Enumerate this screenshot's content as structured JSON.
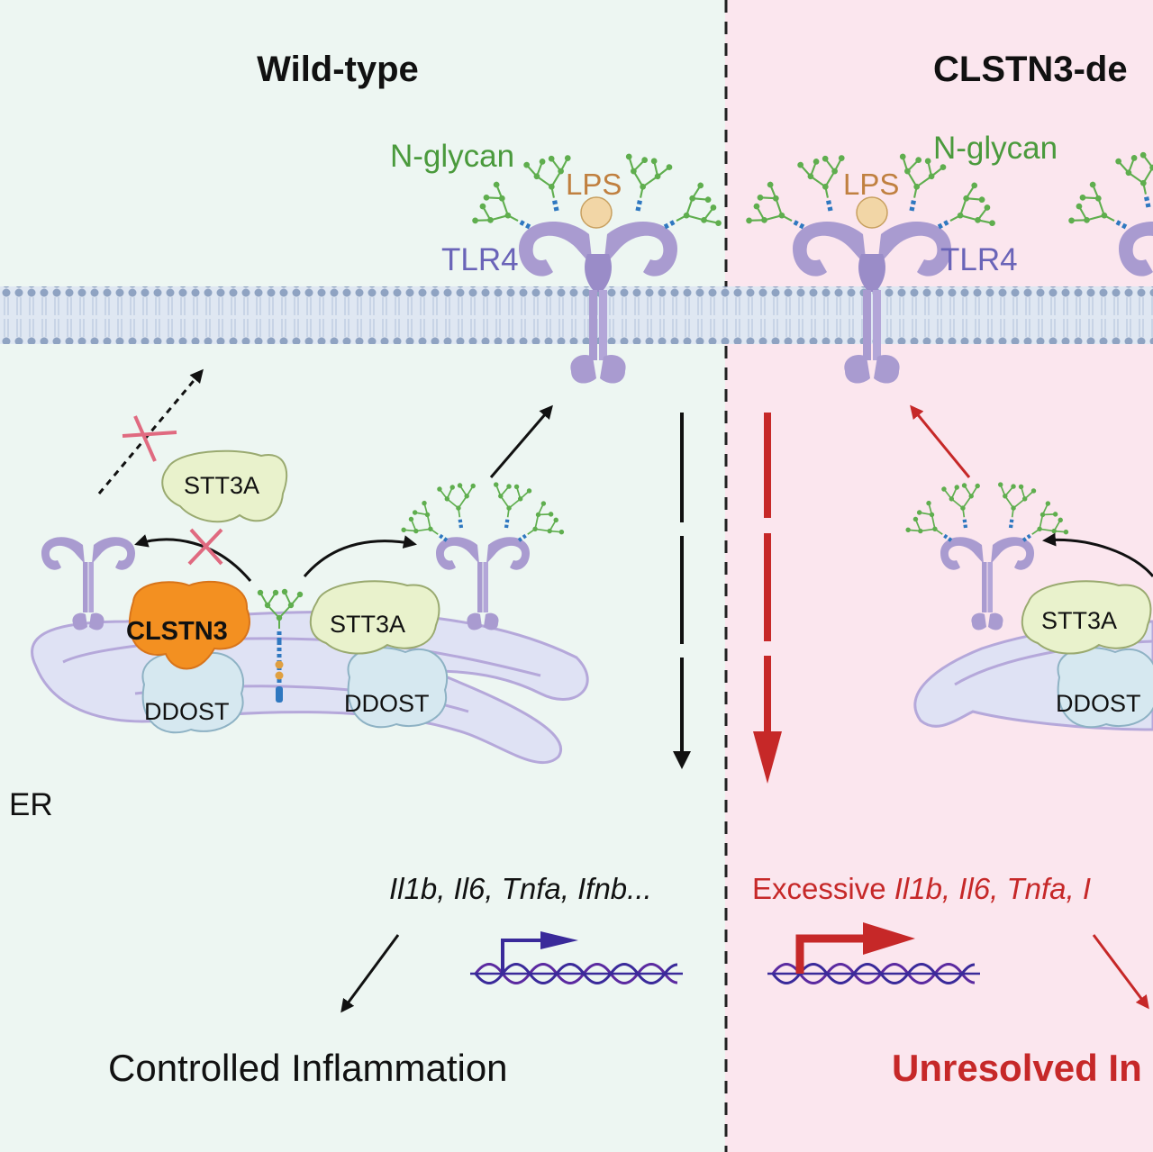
{
  "panels": {
    "left_title": "Wild-type",
    "right_title": "CLSTN3-de"
  },
  "labels": {
    "n_glycan": "N-glycan",
    "lps": "LPS",
    "tlr4": "TLR4",
    "clstn3": "CLSTN3",
    "stt3a": "STT3A",
    "ddost": "DDOST",
    "er": "ER"
  },
  "outcomes": {
    "left_genes": "Il1b, Il6, Tnfa, Ifnb...",
    "right_prefix": "Excessive ",
    "right_genes": "Il1b, Il6, Tnfa, I",
    "left_result": "Controlled Inflammation",
    "right_result": "Unresolved In"
  },
  "colors": {
    "left_bg": "#edf6f2",
    "right_bg": "#fbe6ee",
    "receptor": "#a99bd0",
    "glycan_green": "#5fae4e",
    "glycan_blue": "#2f78c0",
    "er_fill": "#dfe2f4",
    "er_stroke": "#b5a8da",
    "stt3a_fill": "#e9f2cc",
    "ddost_fill": "#d6e8f0",
    "clstn3_fill": "#f39021",
    "red": "#c62828",
    "cross_pink": "#e06a80",
    "dna_purple": "#5b2aa0"
  }
}
